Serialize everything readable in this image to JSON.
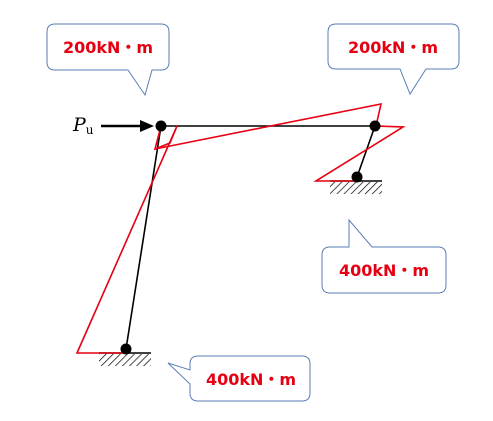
{
  "load": {
    "symbol": "P",
    "subscript": "u"
  },
  "callouts": {
    "top_left": "200kN・m",
    "top_right": "200kN・m",
    "mid_right": "400kN・m",
    "bottom_center": "400kN・m"
  },
  "colors": {
    "frame": "#000000",
    "moment_diagram": "#e60012",
    "callout_border": "#5a7fb5",
    "callout_text": "#e60012"
  }
}
